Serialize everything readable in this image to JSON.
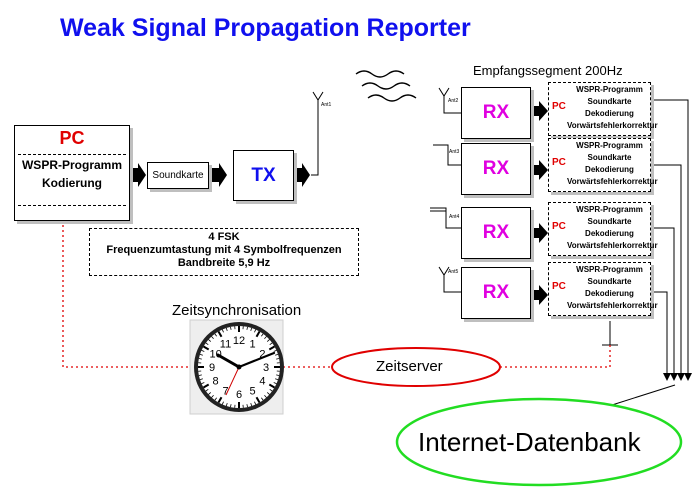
{
  "title": "Weak Signal Propagation Reporter",
  "tx_side": {
    "pc_label": "PC",
    "program_line1": "WSPR-Programm",
    "program_line2": "Kodierung",
    "soundcard": "Soundkarte",
    "tx_label": "TX",
    "antenna_label": "Ant1"
  },
  "modulation": {
    "line1": "4 FSK",
    "line2": "Frequenzumtastung mit 4 Symbolfrequenzen",
    "line3": "Bandbreite 5,9 Hz"
  },
  "receive_segment": "Empfangssegment 200Hz",
  "receivers": [
    {
      "antenna": "Ant2",
      "rx": "RX",
      "pc": "PC",
      "lines": [
        "WSPR-Programm",
        "Soundkarte",
        "Dekodierung",
        "Vorwärtsfehlerkorrektur"
      ]
    },
    {
      "antenna": "Ant3",
      "rx": "RX",
      "pc": "PC",
      "lines": [
        "WSPR-Programm",
        "Soundkarte",
        "Dekodierung",
        "Vorwärtsfehlerkorrektur"
      ]
    },
    {
      "antenna": "Ant4",
      "rx": "RX",
      "pc": "PC",
      "lines": [
        "WSPR-Programm",
        "Soundkarte",
        "Dekodierung",
        "Vorwärtsfehlerkorrektur"
      ]
    },
    {
      "antenna": "Ant5",
      "rx": "RX",
      "pc": "PC",
      "lines": [
        "WSPR-Programm",
        "Soundkarte",
        "Dekodierung",
        "Vorwärtsfehlerkorrektur"
      ]
    }
  ],
  "time_sync": "Zeitsynchronisation",
  "time_server": "Zeitserver",
  "database": "Internet-Datenbank",
  "clock_numbers": [
    "12",
    "1",
    "2",
    "3",
    "4",
    "5",
    "6",
    "7",
    "8",
    "9",
    "10",
    "11"
  ],
  "colors": {
    "title": "#1010ee",
    "pc": "#e00000",
    "rx": "#e000e0",
    "tx": "#1010ee",
    "sync_line": "#e00000",
    "timeserver_ellipse": "#e00000",
    "database_ellipse": "#22dd22"
  }
}
